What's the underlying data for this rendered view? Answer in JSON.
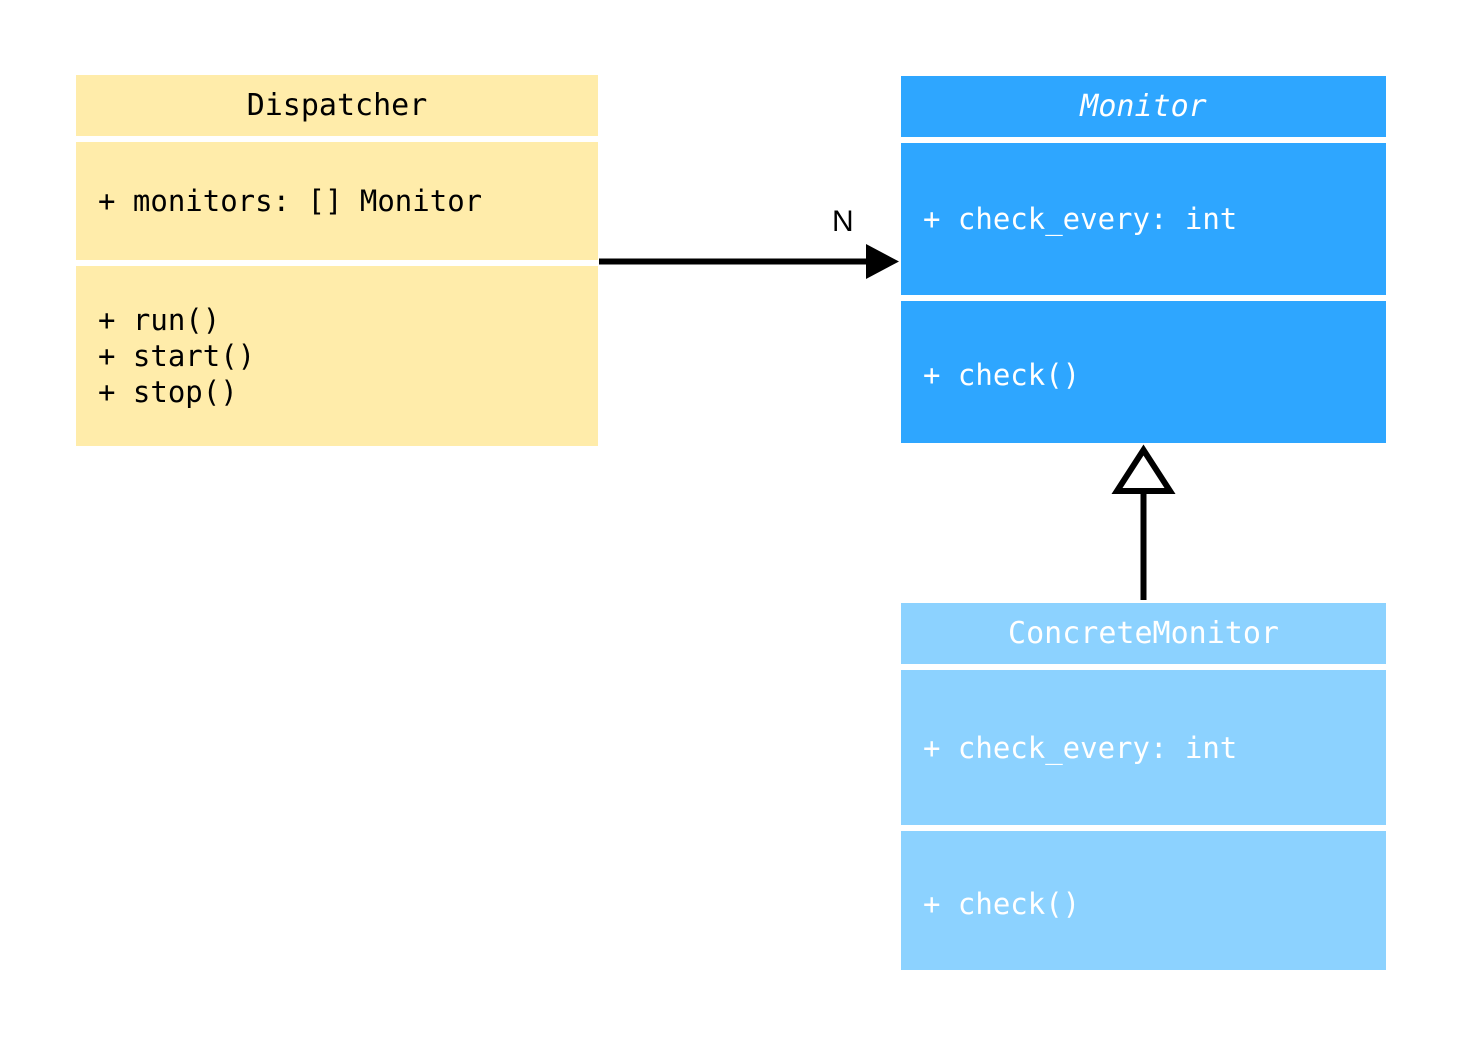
{
  "diagram": {
    "type": "uml-class-diagram",
    "background_color": "#ffffff"
  },
  "classes": [
    {
      "id": "dispatcher",
      "name": "Dispatcher",
      "stereotype": "concrete",
      "is_abstract": false,
      "fill_color": "#ffecaa",
      "text_color": "#000000",
      "attributes": [
        "+ monitors: [] Monitor"
      ],
      "operations": [
        "+ run()",
        "+ start()",
        "+ stop()"
      ]
    },
    {
      "id": "monitor",
      "name": "Monitor",
      "stereotype": "abstract",
      "is_abstract": true,
      "fill_color": "#2ea6ff",
      "text_color": "#ffffff",
      "attributes": [
        "+ check_every: int"
      ],
      "operations": [
        "+ check()"
      ]
    },
    {
      "id": "concretemonitor",
      "name": "ConcreteMonitor",
      "stereotype": "concrete",
      "is_abstract": false,
      "fill_color": "#8cd2ff",
      "text_color": "#ffffff",
      "attributes": [
        "+ check_every: int"
      ],
      "operations": [
        "+ check()"
      ]
    }
  ],
  "relationships": [
    {
      "id": "dispatcher-to-monitor",
      "kind": "association",
      "source": "Dispatcher",
      "target": "Monitor",
      "multiplicity_label": "N",
      "arrowhead": "solid-filled-triangle",
      "line_style": "solid",
      "color": "#000000"
    },
    {
      "id": "concretemonitor-to-monitor",
      "kind": "generalization",
      "source": "ConcreteMonitor",
      "target": "Monitor",
      "multiplicity_label": "",
      "arrowhead": "hollow-triangle",
      "line_style": "solid",
      "color": "#000000"
    }
  ]
}
